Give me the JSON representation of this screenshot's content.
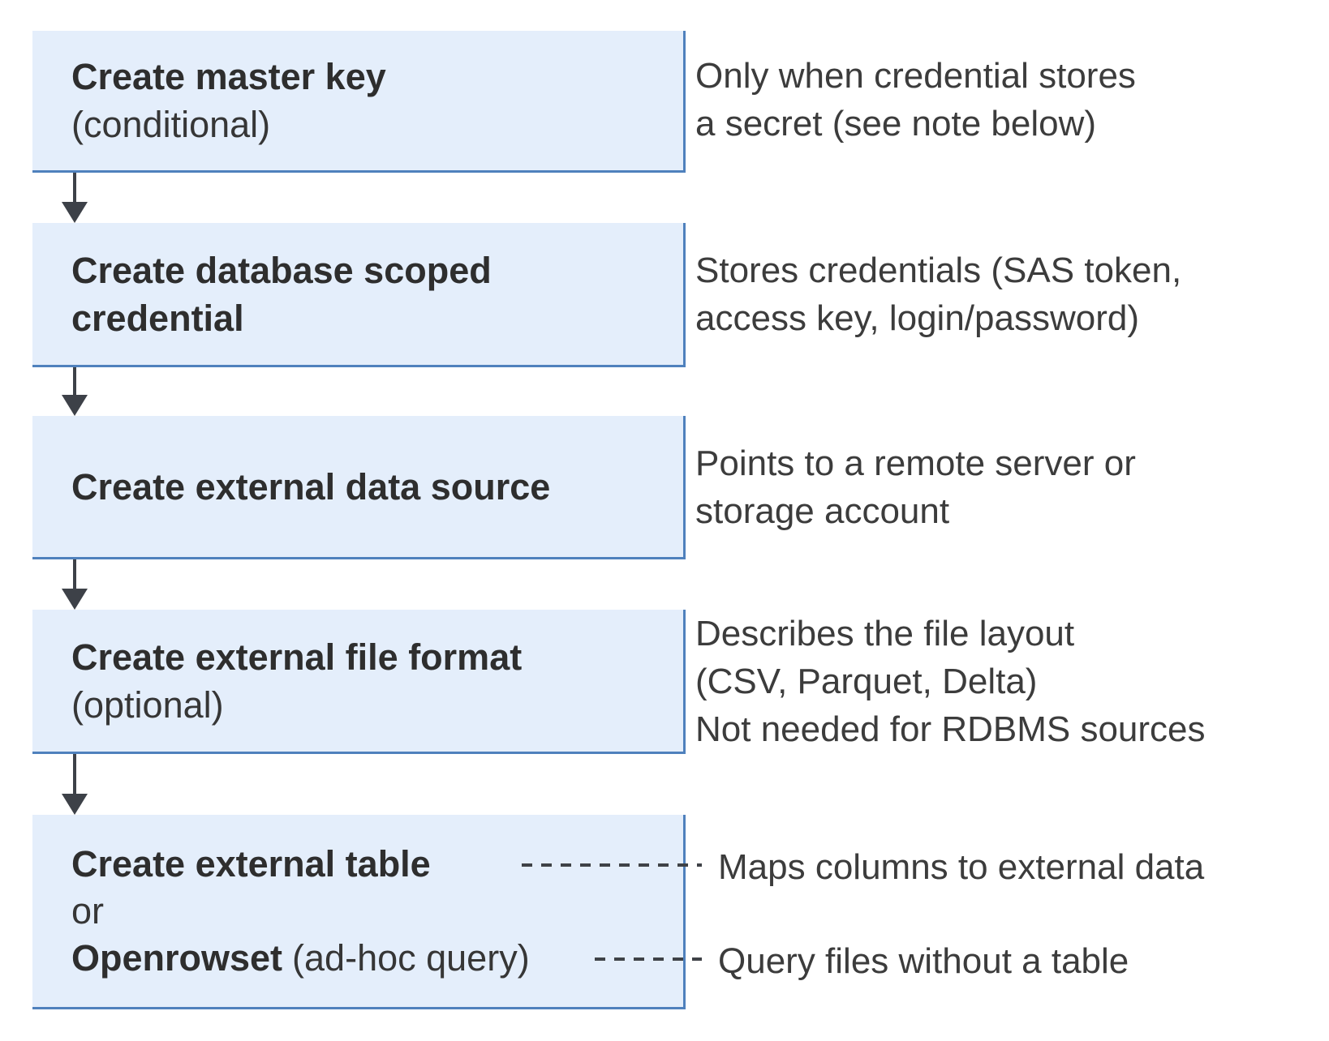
{
  "colors": {
    "box_fill": "#e4eefb",
    "box_border": "#4f81bd",
    "arrow": "#3d4148",
    "title_text": "#2e2e2e",
    "annotation_text": "#3c3c3c"
  },
  "flow": {
    "steps": [
      {
        "title": "Create master key",
        "note": "(conditional)",
        "annotation_lines": [
          "Only when credential stores",
          "a secret (see note below)"
        ]
      },
      {
        "title_lines": [
          "Create database scoped",
          "credential"
        ],
        "annotation_lines": [
          "Stores credentials (SAS token,",
          "access key, login/password)"
        ]
      },
      {
        "title": "Create external data source",
        "annotation_lines": [
          "Points to a remote server or",
          "storage account"
        ]
      },
      {
        "title": "Create external file format",
        "note": "(optional)",
        "annotation_lines": [
          "Describes the file layout",
          "(CSV, Parquet, Delta)",
          "Not needed for RDBMS sources"
        ]
      },
      {
        "option1_title": "Create external table",
        "or_label": "or",
        "option2_title": "Openrowset",
        "option2_note": "(ad-hoc query)",
        "option1_annotation": "Maps columns to external data",
        "option2_annotation": "Query files without a table"
      }
    ]
  }
}
